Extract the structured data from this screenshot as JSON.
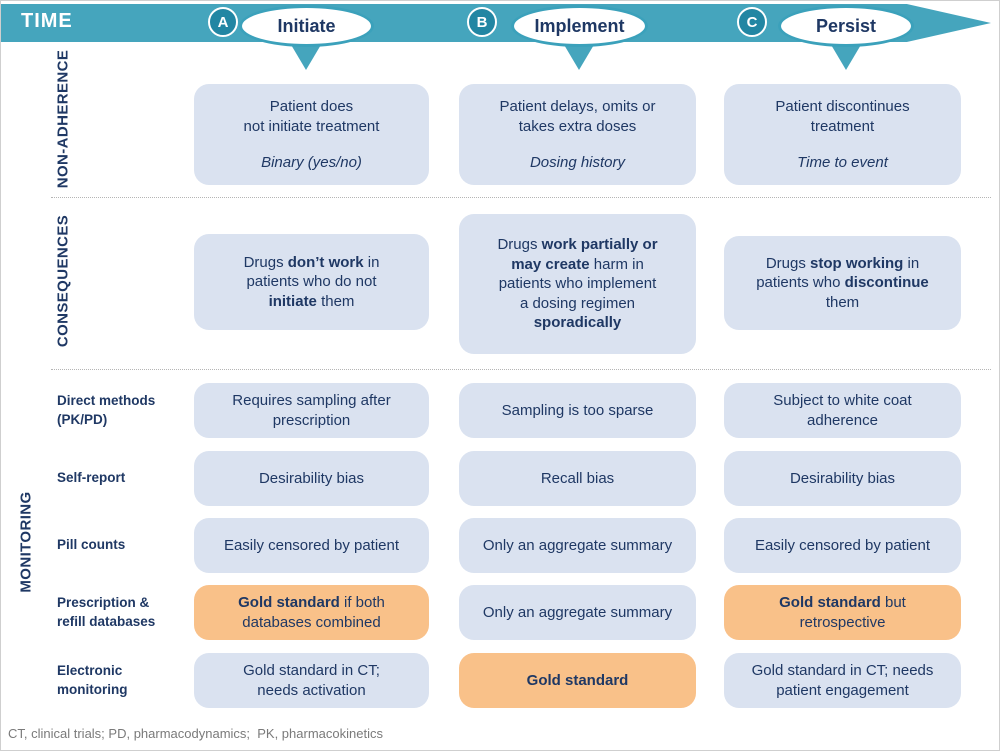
{
  "header": {
    "time_label": "TIME",
    "phases": [
      {
        "letter": "A",
        "label": "Initiate"
      },
      {
        "letter": "B",
        "label": "Implement"
      },
      {
        "letter": "C",
        "label": "Persist"
      }
    ]
  },
  "sections": {
    "non_adherence": {
      "label": "NON-ADHERENCE",
      "cells": [
        {
          "text": "Patient does\nnot initiate treatment",
          "measure": "Binary (yes/no)"
        },
        {
          "text": "Patient delays, omits or\ntakes extra doses",
          "measure": "Dosing history"
        },
        {
          "text": "Patient discontinues\ntreatment",
          "measure": "Time to event"
        }
      ]
    },
    "consequences": {
      "label": "CONSEQUENCES",
      "cells": [
        {
          "segments": [
            {
              "t": "Drugs "
            },
            {
              "t": "don’t work",
              "b": true
            },
            {
              "t": " in\npatients who do not\n"
            },
            {
              "t": "initiate",
              "b": true
            },
            {
              "t": " them"
            }
          ]
        },
        {
          "segments": [
            {
              "t": "Drugs "
            },
            {
              "t": "work partially or\nmay create",
              "b": true
            },
            {
              "t": " harm in\npatients who implement\na dosing regimen\n"
            },
            {
              "t": "sporadically",
              "b": true
            }
          ]
        },
        {
          "segments": [
            {
              "t": "Drugs "
            },
            {
              "t": "stop working",
              "b": true
            },
            {
              "t": " in\npatients who "
            },
            {
              "t": "discontinue",
              "b": true
            },
            {
              "t": "\nthem"
            }
          ]
        }
      ]
    },
    "monitoring": {
      "label": "MONITORING",
      "rows": [
        {
          "label": "Direct methods\n(PK/PD)",
          "cells": [
            {
              "segments": [
                {
                  "t": "Requires sampling after\nprescription"
                }
              ],
              "highlight": false
            },
            {
              "segments": [
                {
                  "t": "Sampling is too sparse"
                }
              ],
              "highlight": false
            },
            {
              "segments": [
                {
                  "t": "Subject to white coat\nadherence"
                }
              ],
              "highlight": false
            }
          ]
        },
        {
          "label": "Self-report",
          "cells": [
            {
              "segments": [
                {
                  "t": "Desirability bias"
                }
              ],
              "highlight": false
            },
            {
              "segments": [
                {
                  "t": "Recall bias"
                }
              ],
              "highlight": false
            },
            {
              "segments": [
                {
                  "t": "Desirability bias"
                }
              ],
              "highlight": false
            }
          ]
        },
        {
          "label": "Pill counts",
          "cells": [
            {
              "segments": [
                {
                  "t": "Easily censored by patient"
                }
              ],
              "highlight": false
            },
            {
              "segments": [
                {
                  "t": "Only an aggregate summary"
                }
              ],
              "highlight": false
            },
            {
              "segments": [
                {
                  "t": "Easily censored by patient"
                }
              ],
              "highlight": false
            }
          ]
        },
        {
          "label": "Prescription &\nrefill databases",
          "cells": [
            {
              "segments": [
                {
                  "t": "Gold standard",
                  "b": true
                },
                {
                  "t": " if both\ndatabases combined"
                }
              ],
              "highlight": true
            },
            {
              "segments": [
                {
                  "t": "Only an aggregate summary"
                }
              ],
              "highlight": false
            },
            {
              "segments": [
                {
                  "t": "Gold standard",
                  "b": true
                },
                {
                  "t": " but\nretrospective"
                }
              ],
              "highlight": true
            }
          ]
        },
        {
          "label": "Electronic\nmonitoring",
          "cells": [
            {
              "segments": [
                {
                  "t": "Gold standard in CT;\nneeds activation"
                }
              ],
              "highlight": false
            },
            {
              "segments": [
                {
                  "t": "Gold standard",
                  "b": true
                }
              ],
              "highlight": true
            },
            {
              "segments": [
                {
                  "t": "Gold standard in CT; needs\npatient engagement"
                }
              ],
              "highlight": false
            }
          ]
        }
      ]
    }
  },
  "footnote": "CT, clinical trials; PD, pharmacodynamics;  PK, pharmacokinetics",
  "colors": {
    "band_teal": "#45A5BD",
    "circle_teal": "#2286A3",
    "navy_text": "#1F3864",
    "cell_blue": "#DAE2F0",
    "highlight_orange": "#F9C189",
    "footnote_gray": "#7A7A7A"
  }
}
